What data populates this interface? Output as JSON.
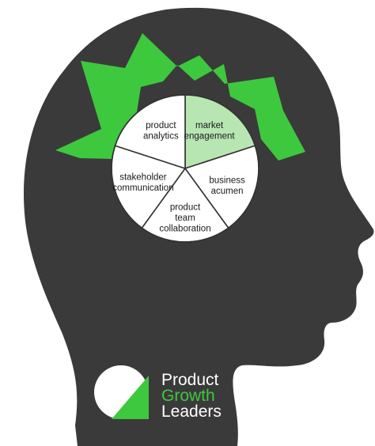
{
  "diagram": {
    "segments": [
      {
        "id": "market-engagement",
        "lines": [
          "market",
          "engagement"
        ],
        "highlighted": true
      },
      {
        "id": "business-acumen",
        "lines": [
          "business",
          "acumen"
        ],
        "highlighted": false
      },
      {
        "id": "product-team-collaboration",
        "lines": [
          "product",
          "team",
          "collaboration"
        ],
        "highlighted": false
      },
      {
        "id": "stakeholder-communication",
        "lines": [
          "stakeholder",
          "communication"
        ],
        "highlighted": false
      },
      {
        "id": "product-analytics",
        "lines": [
          "product",
          "analytics"
        ],
        "highlighted": false
      }
    ]
  },
  "logo": {
    "line1": "Product",
    "line2": "Growth",
    "line3": "Leaders"
  },
  "colors": {
    "head": "#3a3a3a",
    "accent": "#3ec83e",
    "highlight": "#b7e6b2",
    "slice": "#ffffff",
    "slice_stroke": "#333333"
  }
}
